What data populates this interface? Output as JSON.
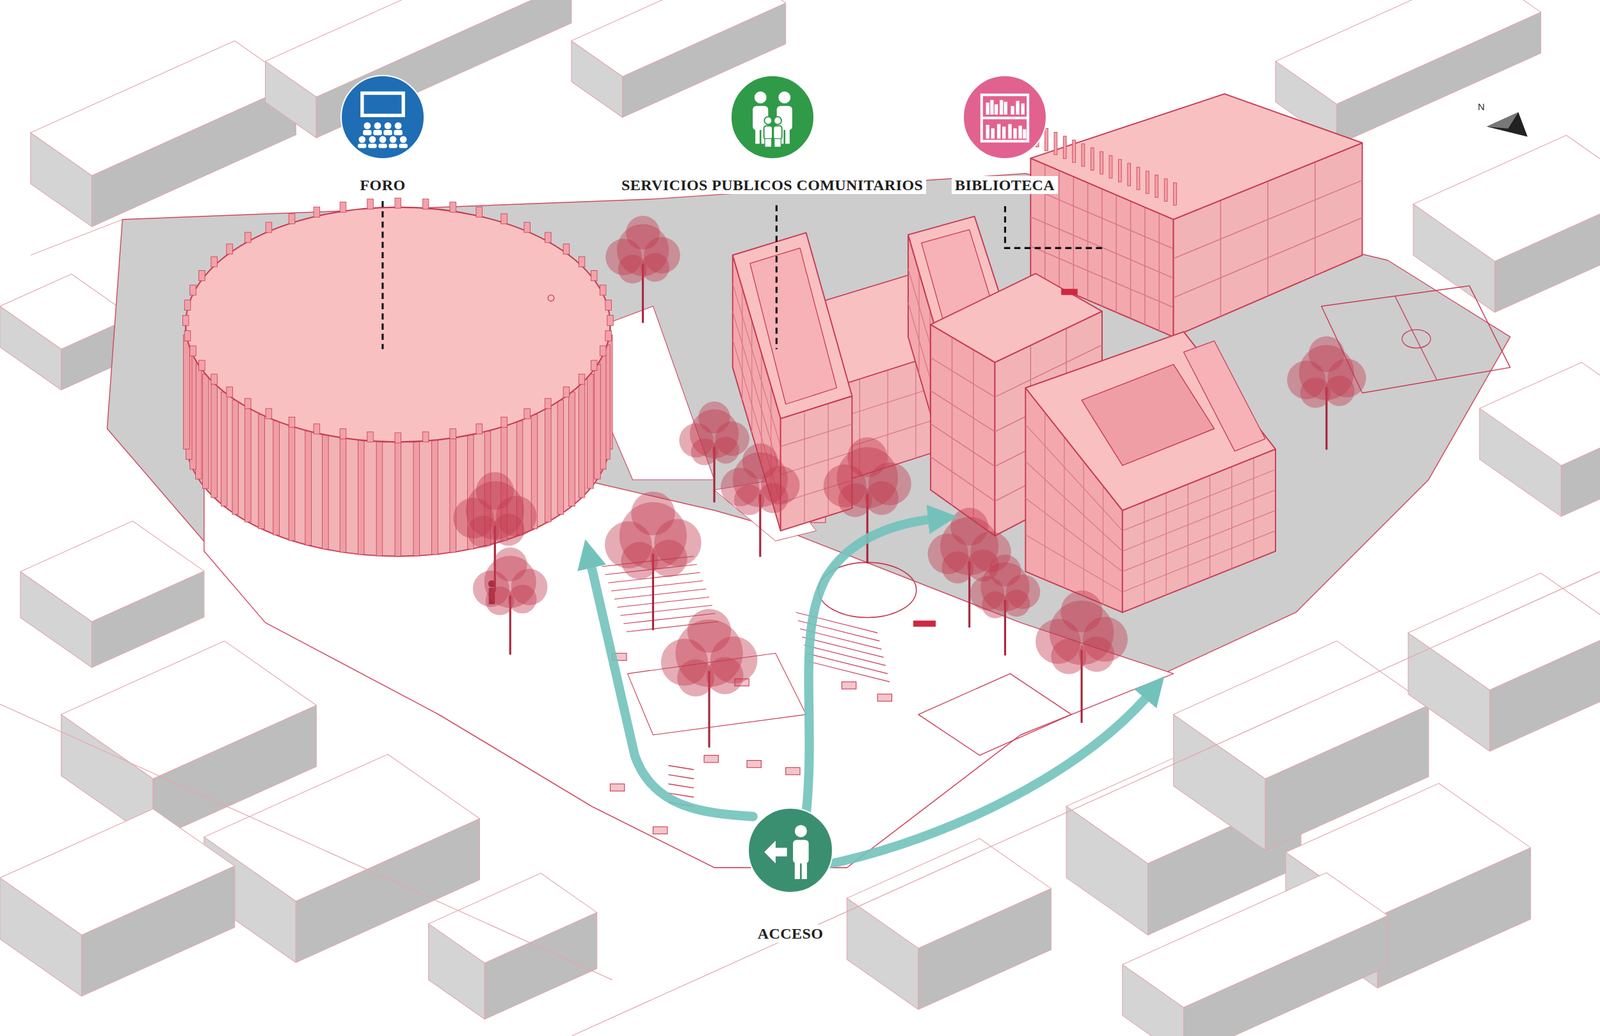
{
  "diagram": {
    "nodes": [
      {
        "text": [
          "FORO"
        ]
      },
      {
        "text": [
          "SERVICIOS PUBLICOS COMUNITARIOS"
        ]
      },
      {
        "text": [
          "BIBLIOTECA"
        ]
      },
      {
        "text": [
          "ACCESO"
        ]
      }
    ],
    "labels": [
      "N"
    ]
  }
}
